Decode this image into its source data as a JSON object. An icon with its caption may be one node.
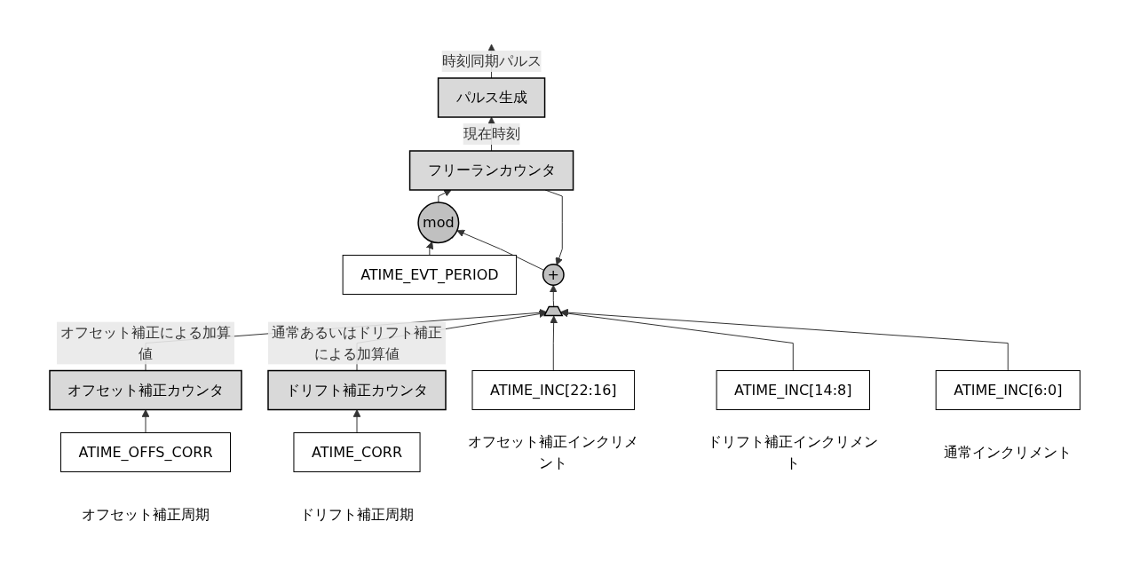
{
  "diagram": {
    "nodes": [
      {
        "text": [
          "フリーランカウンタ"
        ]
      },
      {
        "text": [
          "パルス生成"
        ]
      },
      {
        "text": [
          "ATIME_EVT_PERIOD"
        ]
      },
      {
        "text": [
          "mod"
        ]
      },
      {
        "text": [
          "オフセット補正カウンタ"
        ]
      },
      {
        "text": [
          "+"
        ]
      },
      {
        "text": [
          "ドリフト補正カウンタ"
        ]
      },
      {
        "text": [],
        "shape": "trapezoid"
      },
      {
        "text": [
          "ATIME_OFFS_CORR"
        ],
        "beside": [
          "オフセット補正周期"
        ]
      },
      {
        "text": [
          "ATIME_CORR"
        ],
        "beside": [
          "ドリフト補正周期"
        ]
      },
      {
        "text": [
          "ATIME_INC[22:16]"
        ],
        "beside": [
          "オフセット補正インクリメント"
        ]
      },
      {
        "text": [
          "ATIME_INC[14:8]"
        ],
        "beside": [
          "ドリフト補正インクリメント"
        ]
      },
      {
        "text": [
          "ATIME_INC[6:0]"
        ],
        "beside": [
          "通常インクリメント"
        ]
      }
    ],
    "edges": [
      {
        "from": 0,
        "to": 1,
        "arrow": "to",
        "label": "現在時刻"
      },
      {
        "from": 1,
        "to": null,
        "arrow": "to",
        "label": "時刻同期パルス"
      },
      {
        "from": 0,
        "to": 5,
        "arrow": "to"
      },
      {
        "from": 2,
        "to": 3,
        "arrow": "to"
      },
      {
        "from": 3,
        "to": 0,
        "arrow": "to"
      },
      {
        "from": 5,
        "to": 3,
        "arrow": "to"
      },
      {
        "from": 4,
        "to": 7,
        "arrow": "to",
        "label": "オフセット補正による加算値"
      },
      {
        "from": 6,
        "to": 7,
        "arrow": "to",
        "label": "通常あるいはドリフト補正による加算値"
      },
      {
        "from": 7,
        "to": 5,
        "arrow": "to"
      },
      {
        "from": 8,
        "to": 4,
        "arrow": "to"
      },
      {
        "from": 9,
        "to": 6,
        "arrow": "to"
      },
      {
        "from": 10,
        "to": 7,
        "arrow": "to"
      },
      {
        "from": 11,
        "to": 7,
        "arrow": "to"
      },
      {
        "from": 12,
        "to": 7,
        "arrow": "to"
      }
    ]
  }
}
